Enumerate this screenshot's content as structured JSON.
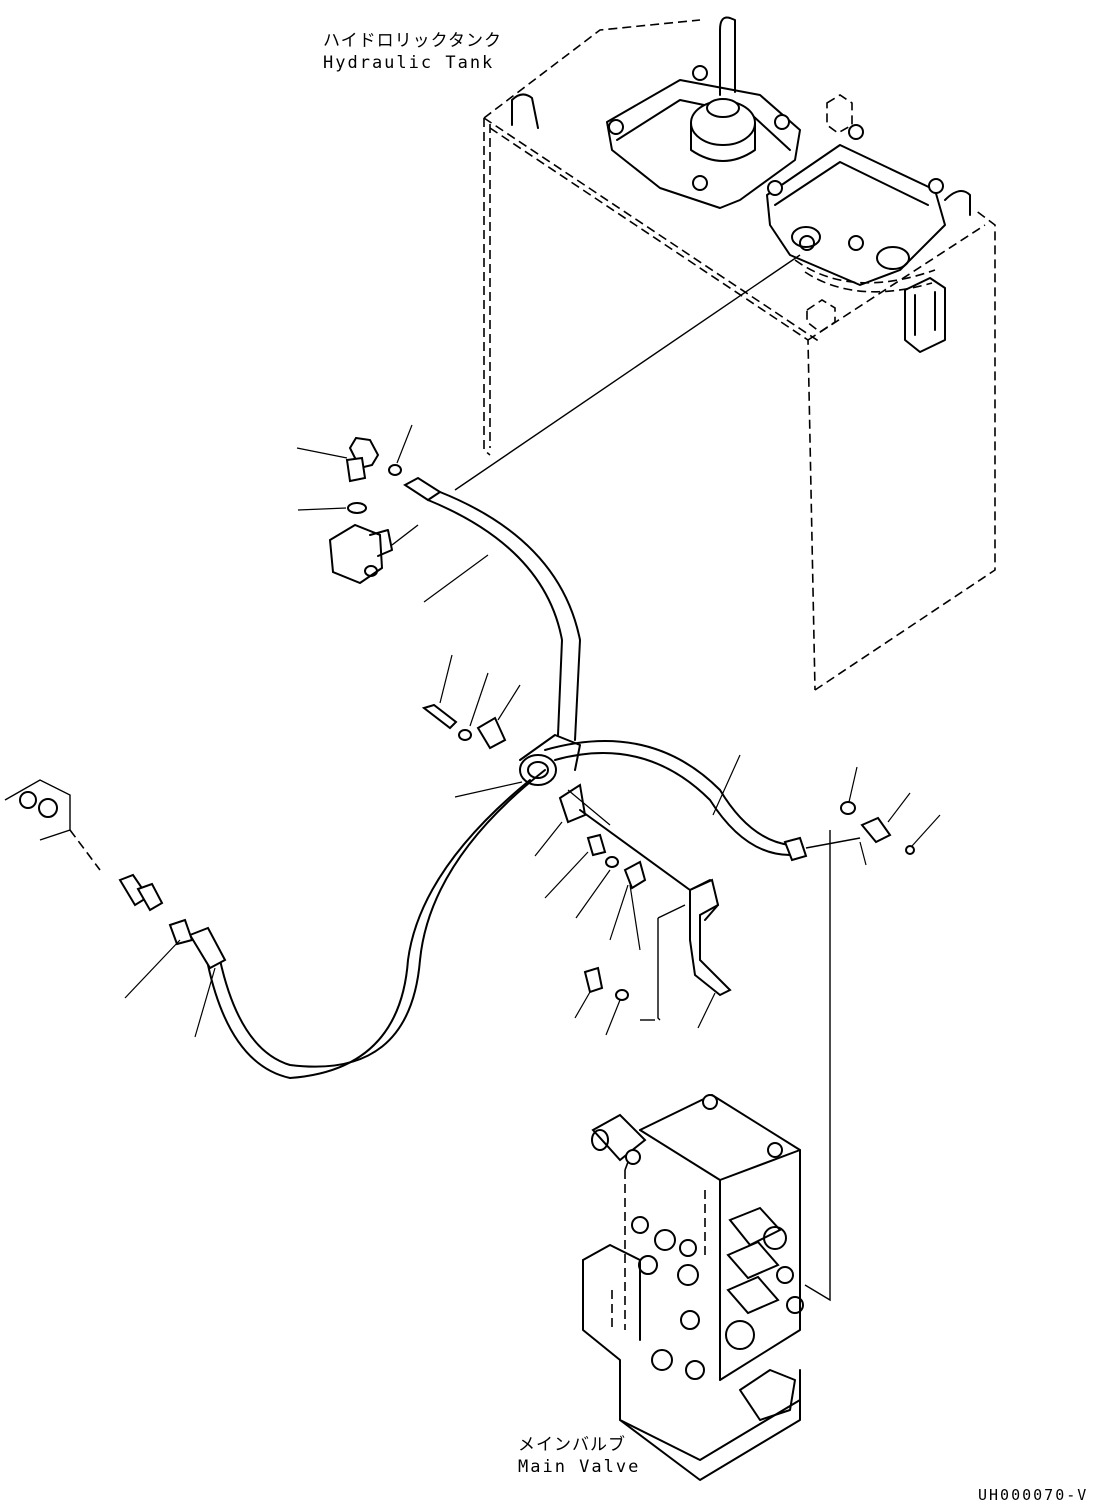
{
  "labels": {
    "hydraulic_tank_jp": "ハイドロリックタンク",
    "hydraulic_tank_en": "Hydraulic Tank",
    "main_valve_jp": "メインバルブ",
    "main_valve_en": "Main Valve",
    "drawing_number": "UH000070-V"
  },
  "colors": {
    "line": "#000000",
    "background": "#ffffff"
  }
}
